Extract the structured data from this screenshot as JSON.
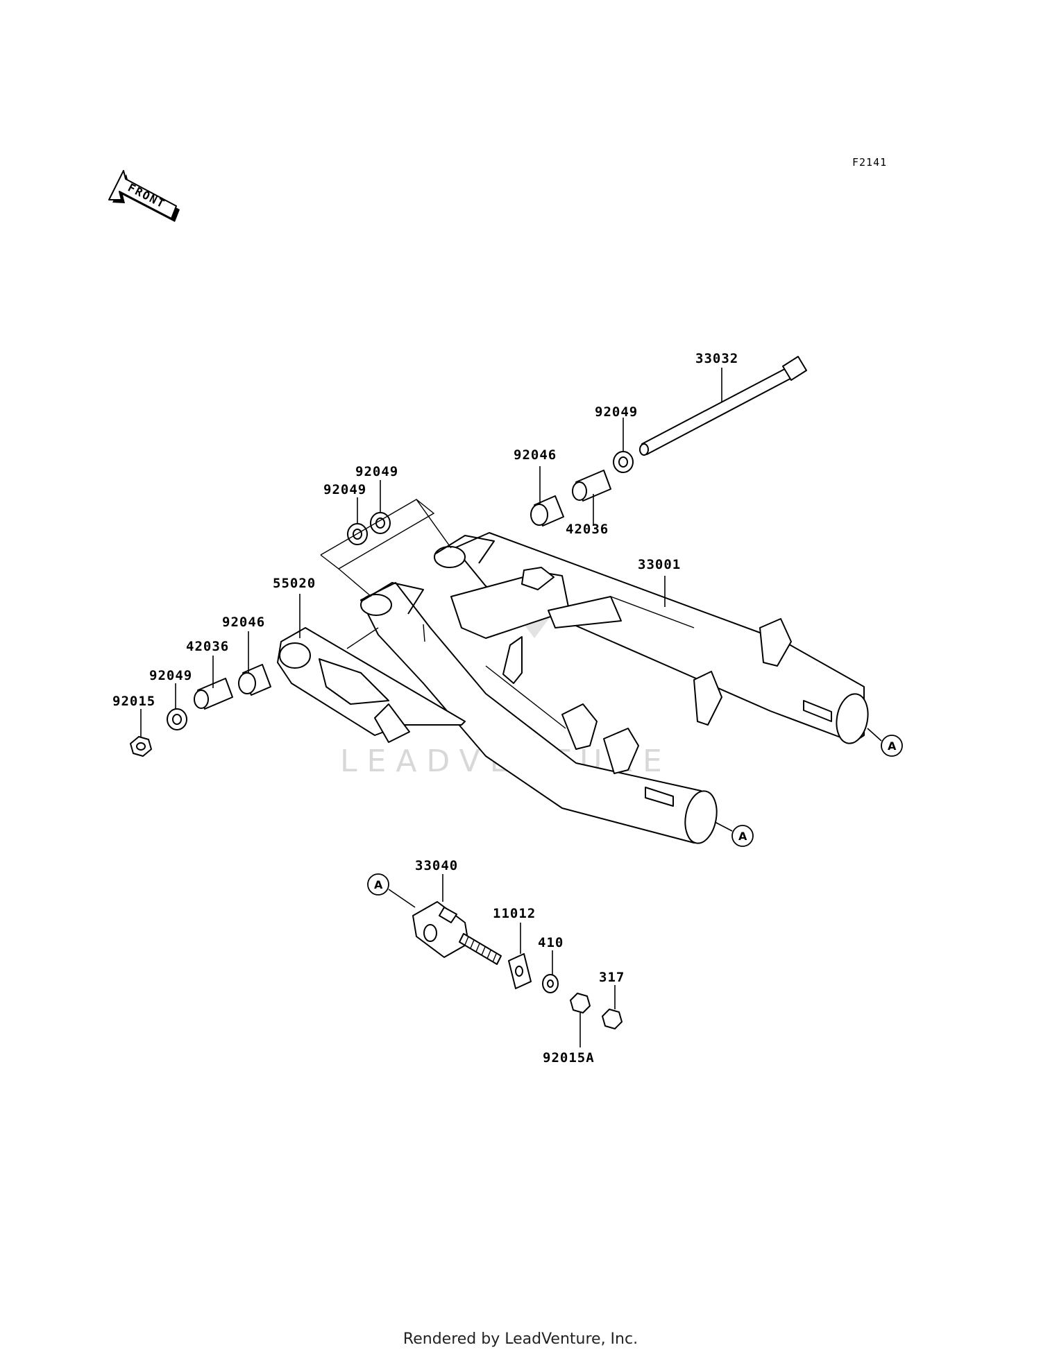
{
  "diagram_code": "F2141",
  "front_label": "FRONT",
  "watermark": "LEADVENTURE",
  "footer": "Rendered by LeadVenture, Inc.",
  "ref_marker": "A",
  "parts": {
    "p33032": "33032",
    "p92049_top": "92049",
    "p92046_top": "92046",
    "p42036_top": "42036",
    "p33001": "33001",
    "p92049_a": "92049",
    "p92049_b": "92049",
    "p55020": "55020",
    "p92046_left": "92046",
    "p42036_left": "42036",
    "p92049_left": "92049",
    "p92015": "92015",
    "p33040": "33040",
    "p11012": "11012",
    "p410": "410",
    "p317": "317",
    "p92015A": "92015A"
  }
}
